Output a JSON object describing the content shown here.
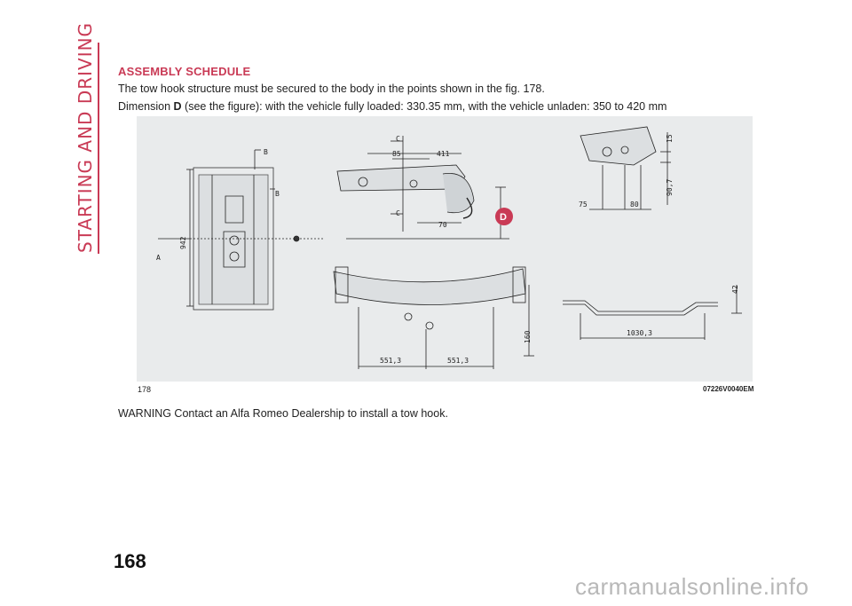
{
  "sidebar": {
    "section_label": "STARTING AND DRIVING"
  },
  "section": {
    "title": "ASSEMBLY SCHEDULE",
    "paragraph1": "The tow hook structure must be secured to the body in the points shown in the fig. 178.",
    "paragraph2_prefix": "Dimension ",
    "paragraph2_bold": "D",
    "paragraph2_suffix": " (see the figure): with the vehicle fully loaded: 330.35 mm, with the vehicle unladen: 350 to 420 mm"
  },
  "figure": {
    "number": "178",
    "code": "07226V0040EM",
    "labels": {
      "b1": "B",
      "b2": "B",
      "a": "A",
      "d942": "942",
      "c1": "C",
      "c2": "C",
      "d85": "85",
      "d411": "411",
      "d70": "70",
      "dlabel": "D",
      "d15": "15",
      "d90_7": "90,7",
      "d75": "75",
      "d80": "80",
      "d551a": "551,3",
      "d551b": "551,3",
      "d160": "160",
      "d42": "42",
      "d1030": "1030,3"
    }
  },
  "warning": "WARNING Contact an Alfa Romeo Dealership to install a tow hook.",
  "page_number": "168",
  "watermark": "carmanualsonline.info",
  "colors": {
    "accent": "#c93a55",
    "figure_bg": "#e9ebec",
    "badge": "#c93a55"
  }
}
